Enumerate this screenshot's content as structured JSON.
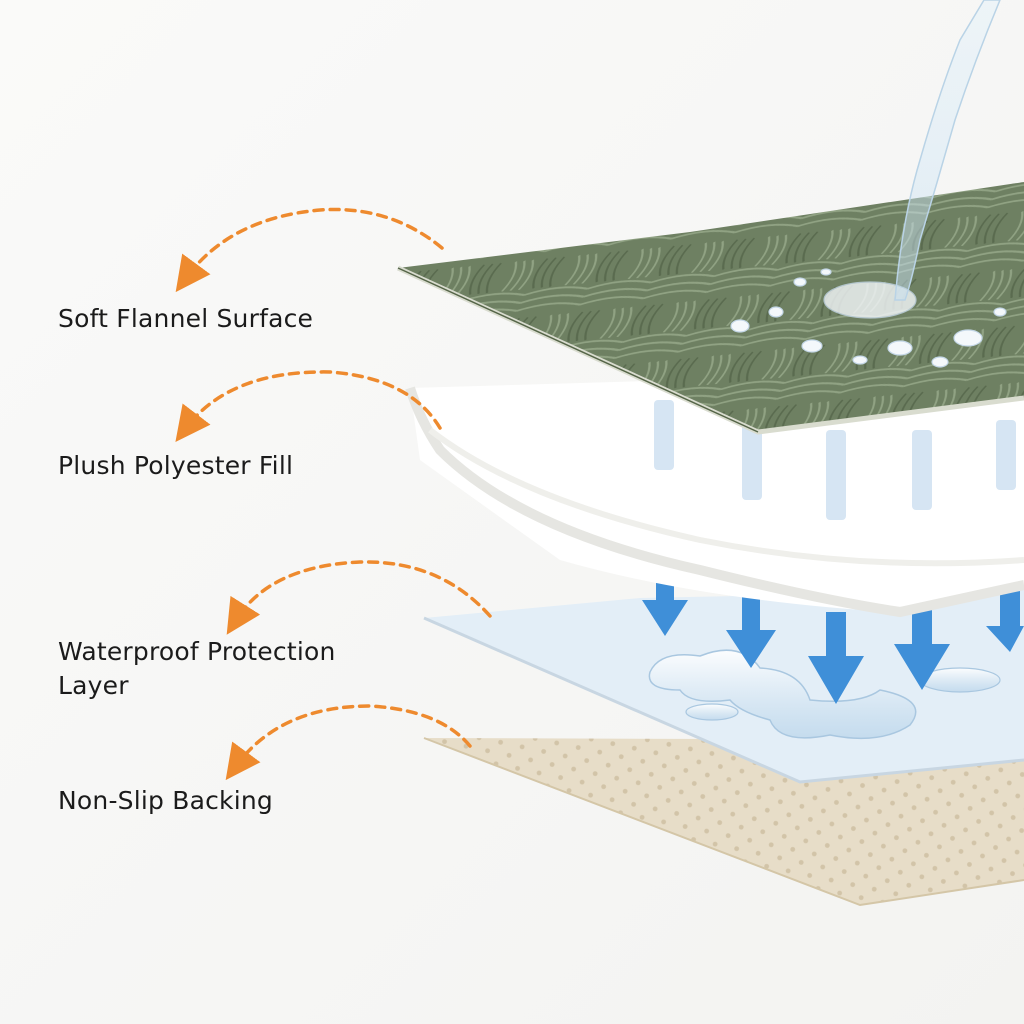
{
  "colors": {
    "background": "#f7f7f6",
    "arrow_accent": "#ee8a2e",
    "flannel_green": "#6f8163",
    "fill_white": "#ffffff",
    "waterproof_blue": "#dde9f3",
    "flow_arrow_blue": "#3f8fd8",
    "backing_beige": "#e6dcc6"
  },
  "icons": {
    "callout_arrow": "orange-dashed-curved-arrow-icon",
    "flow_arrow": "blue-down-arrow-icon",
    "water_stream": "water-pour-icon"
  },
  "layers": [
    {
      "label": "Soft Flannel Surface"
    },
    {
      "label": "Plush Polyester Fill"
    },
    {
      "label": "Waterproof Protection\nLayer"
    },
    {
      "label": "Non-Slip Backing"
    }
  ]
}
